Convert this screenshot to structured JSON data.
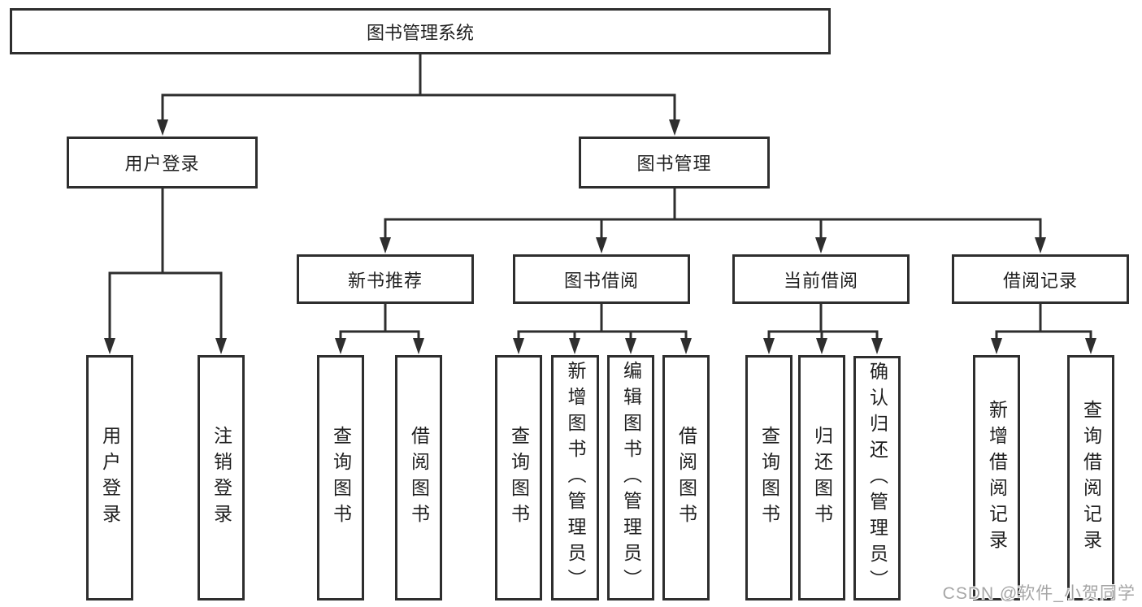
{
  "tree": {
    "root": "图书管理系统",
    "branches": [
      {
        "label": "用户登录",
        "children": [
          "用户登录",
          "注销登录"
        ]
      },
      {
        "label": "图书管理",
        "groups": [
          {
            "label": "新书推荐",
            "children": [
              "查询图书",
              "借阅图书"
            ]
          },
          {
            "label": "图书借阅",
            "children": [
              "查询图书",
              "新增图书（管理员）",
              "编辑图书（管理员）",
              "借阅图书"
            ]
          },
          {
            "label": "当前借阅",
            "children": [
              "查询图书",
              "归还图书",
              "确认归还（管理员）"
            ]
          },
          {
            "label": "借阅记录",
            "children": [
              "新增借阅记录",
              "查询借阅记录"
            ]
          }
        ]
      }
    ]
  },
  "watermark": "CSDN @软件_小贺同学",
  "colors": {
    "line": "#2e2e2e",
    "border": "#2e2e2e",
    "text": "#1f1f1f",
    "watermark": "#a6a6a6",
    "background": "#ffffff"
  }
}
